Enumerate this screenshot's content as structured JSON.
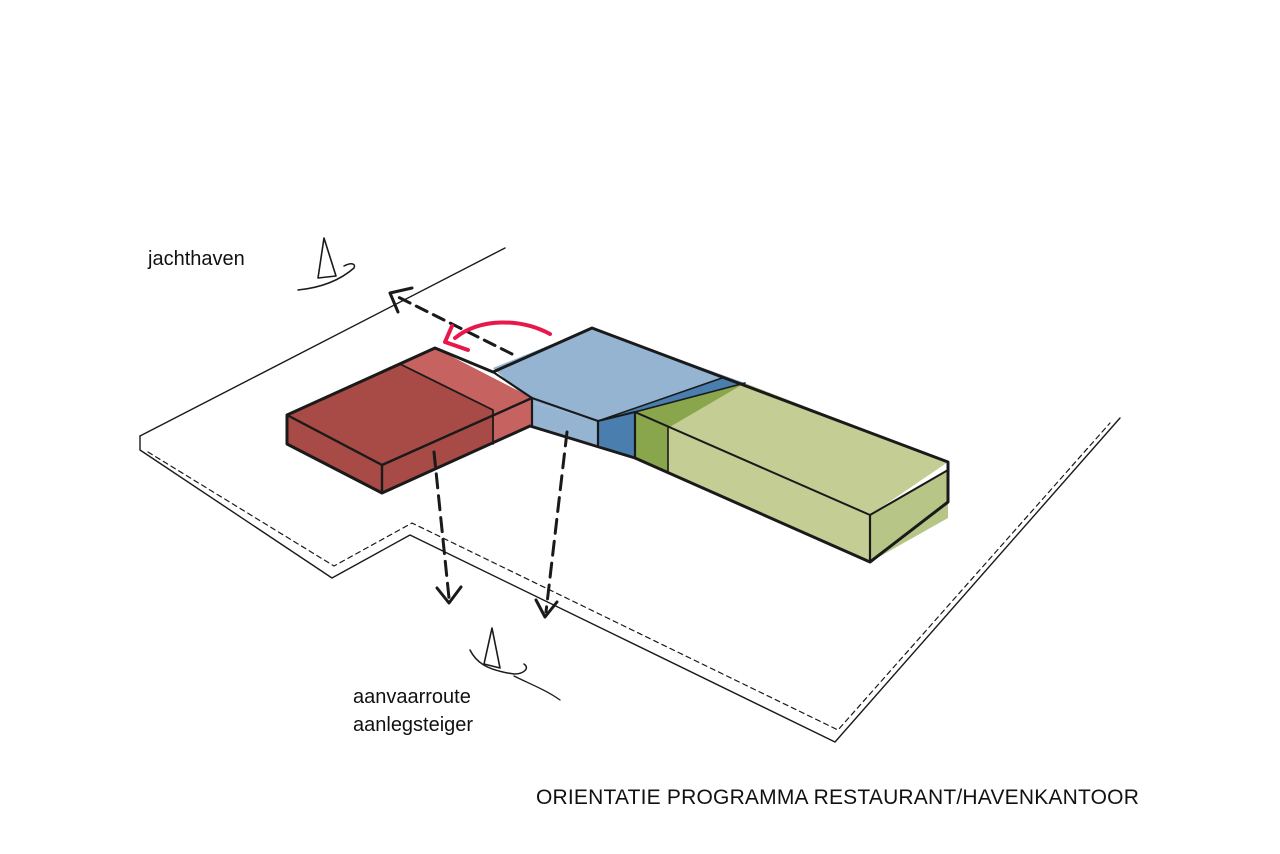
{
  "labels": {
    "harbor": "jachthaven",
    "approach_line1": "aanvaarroute",
    "approach_line2": "aanlegsteiger",
    "title": "ORIENTATIE PROGRAMMA RESTAURANT/HAVENKANTOOR"
  },
  "colors": {
    "restaurant_top": "#c6625f",
    "restaurant_side": "#a84a45",
    "office_top": "#94b4d2",
    "office_dark": "#4a7eae",
    "green_dark": "#8aa64d",
    "green_light": "#c3cd94",
    "arrow_red": "#e8174c",
    "ink": "#1a1a1a"
  },
  "icons": [
    "sailboat-icon",
    "sailboat-icon"
  ]
}
